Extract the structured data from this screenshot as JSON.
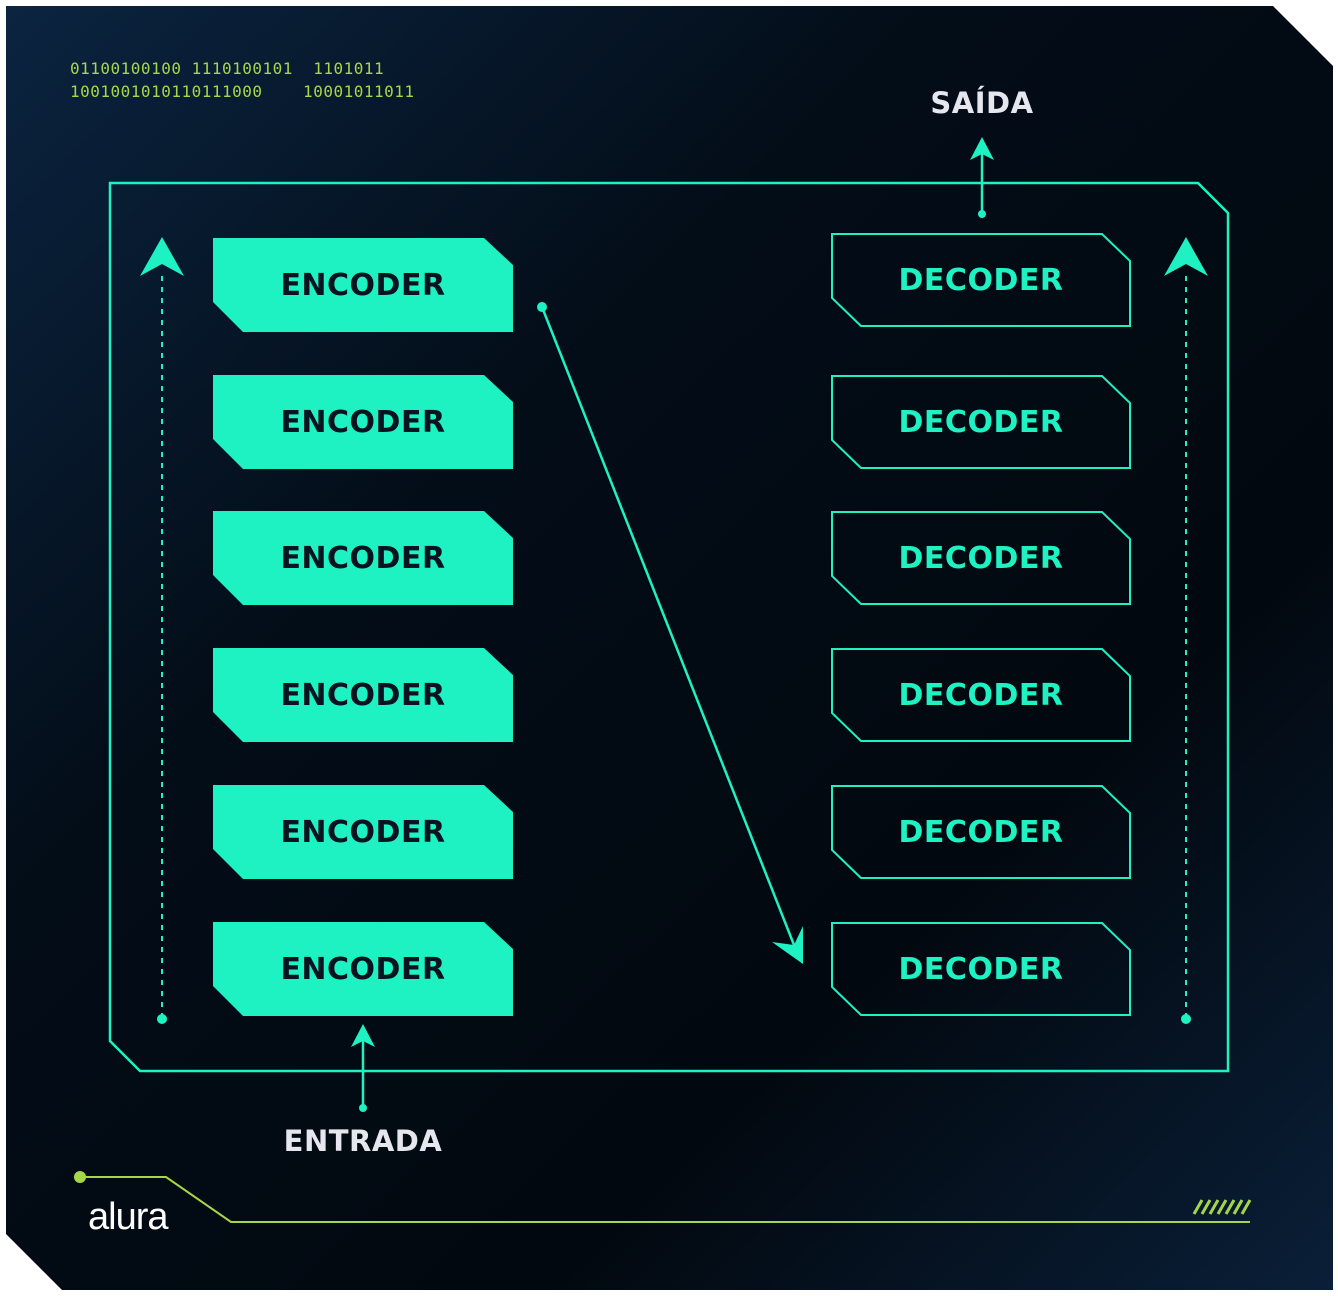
{
  "binary_lines": [
    "01100100100 1110100101  1101011",
    "1001001010110111000    10001011011"
  ],
  "output_label": "SAÍDA",
  "input_label": "ENTRADA",
  "encoders": [
    "ENCODER",
    "ENCODER",
    "ENCODER",
    "ENCODER",
    "ENCODER",
    "ENCODER"
  ],
  "decoders": [
    "DECODER",
    "DECODER",
    "DECODER",
    "DECODER",
    "DECODER",
    "DECODER"
  ],
  "logo": "alura",
  "colors": {
    "accent": "#1ef2c3",
    "lime": "#a6d64a",
    "bg_dark": "#02080f",
    "bg_blue": "#0b2440"
  }
}
